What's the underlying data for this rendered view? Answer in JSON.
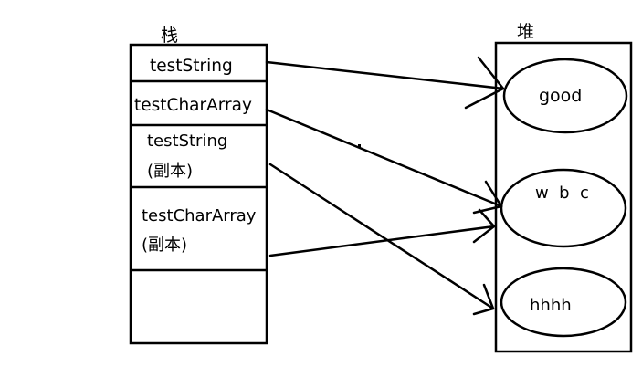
{
  "stack": {
    "title": "栈",
    "cells": [
      {
        "line1": "testString",
        "line2": ""
      },
      {
        "line1": "testCharArray",
        "line2": ""
      },
      {
        "line1": "testString",
        "line2": "(副本)"
      },
      {
        "line1": "testCharArray",
        "line2": "(副本)"
      },
      {
        "line1": "",
        "line2": ""
      }
    ]
  },
  "heap": {
    "title": "堆",
    "objects": [
      {
        "label": "good"
      },
      {
        "label": "w  b  c"
      },
      {
        "label": "hhhh"
      }
    ]
  },
  "references": [
    {
      "from": "testString",
      "to": "good"
    },
    {
      "from": "testCharArray",
      "to": "w  b  c"
    },
    {
      "from": "testString (副本)",
      "to": "hhhh"
    },
    {
      "from": "testCharArray (副本)",
      "to": "w  b  c"
    }
  ]
}
